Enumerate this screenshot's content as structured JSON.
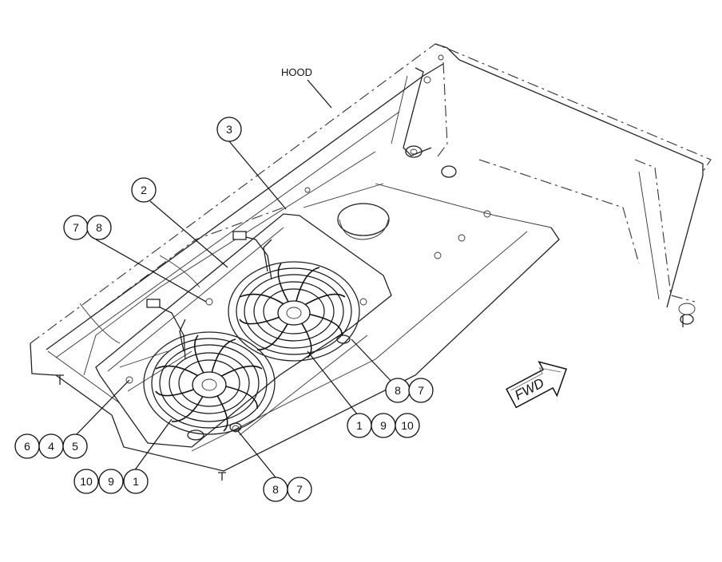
{
  "labels": {
    "hood": "HOOD",
    "fwd": "FWD"
  },
  "callouts": [
    {
      "name": "callout-3",
      "text": "3"
    },
    {
      "name": "callout-2",
      "text": "2"
    },
    {
      "name": "callout-7a",
      "text": "7"
    },
    {
      "name": "callout-8a",
      "text": "8"
    },
    {
      "name": "callout-8b",
      "text": "8"
    },
    {
      "name": "callout-7b",
      "text": "7"
    },
    {
      "name": "callout-1a",
      "text": "1"
    },
    {
      "name": "callout-9a",
      "text": "9"
    },
    {
      "name": "callout-10a",
      "text": "10"
    },
    {
      "name": "callout-6",
      "text": "6"
    },
    {
      "name": "callout-4",
      "text": "4"
    },
    {
      "name": "callout-5",
      "text": "5"
    },
    {
      "name": "callout-10b",
      "text": "10"
    },
    {
      "name": "callout-9b",
      "text": "9"
    },
    {
      "name": "callout-1b",
      "text": "1"
    },
    {
      "name": "callout-8c",
      "text": "8"
    },
    {
      "name": "callout-7c",
      "text": "7"
    }
  ]
}
